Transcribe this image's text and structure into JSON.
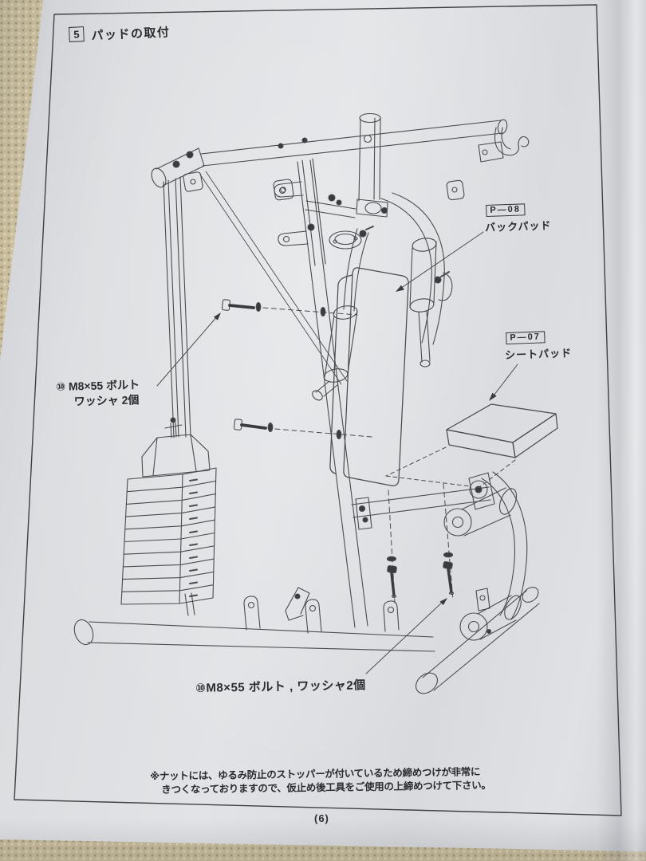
{
  "document": {
    "step": {
      "number": "5",
      "title": "パッドの取付"
    },
    "callouts": {
      "back_pad": {
        "code": "P―08",
        "name": "バックパッド"
      },
      "seat_pad": {
        "code": "P―07",
        "name": "シートパッド"
      },
      "bolt_upper": {
        "line1": "⑩ M8×55 ボルト",
        "line2": "ワッシャ 2個"
      },
      "bolt_lower": {
        "text": "⑩M8×55 ボルト , ワッシャ2個"
      }
    },
    "note": {
      "line1": "※ナットには、ゆるみ防止のストッパーが付いているため締めつけが非常に",
      "line2": "きつくなっておりますので、仮止め後工具をご使用の上締めつけて下さい。"
    },
    "page_number": "(6)"
  },
  "colors": {
    "paper": "#dcdee1",
    "carpet": "#c9bd9c",
    "line": "#4a4b4f",
    "text": "#2a2b2f"
  }
}
